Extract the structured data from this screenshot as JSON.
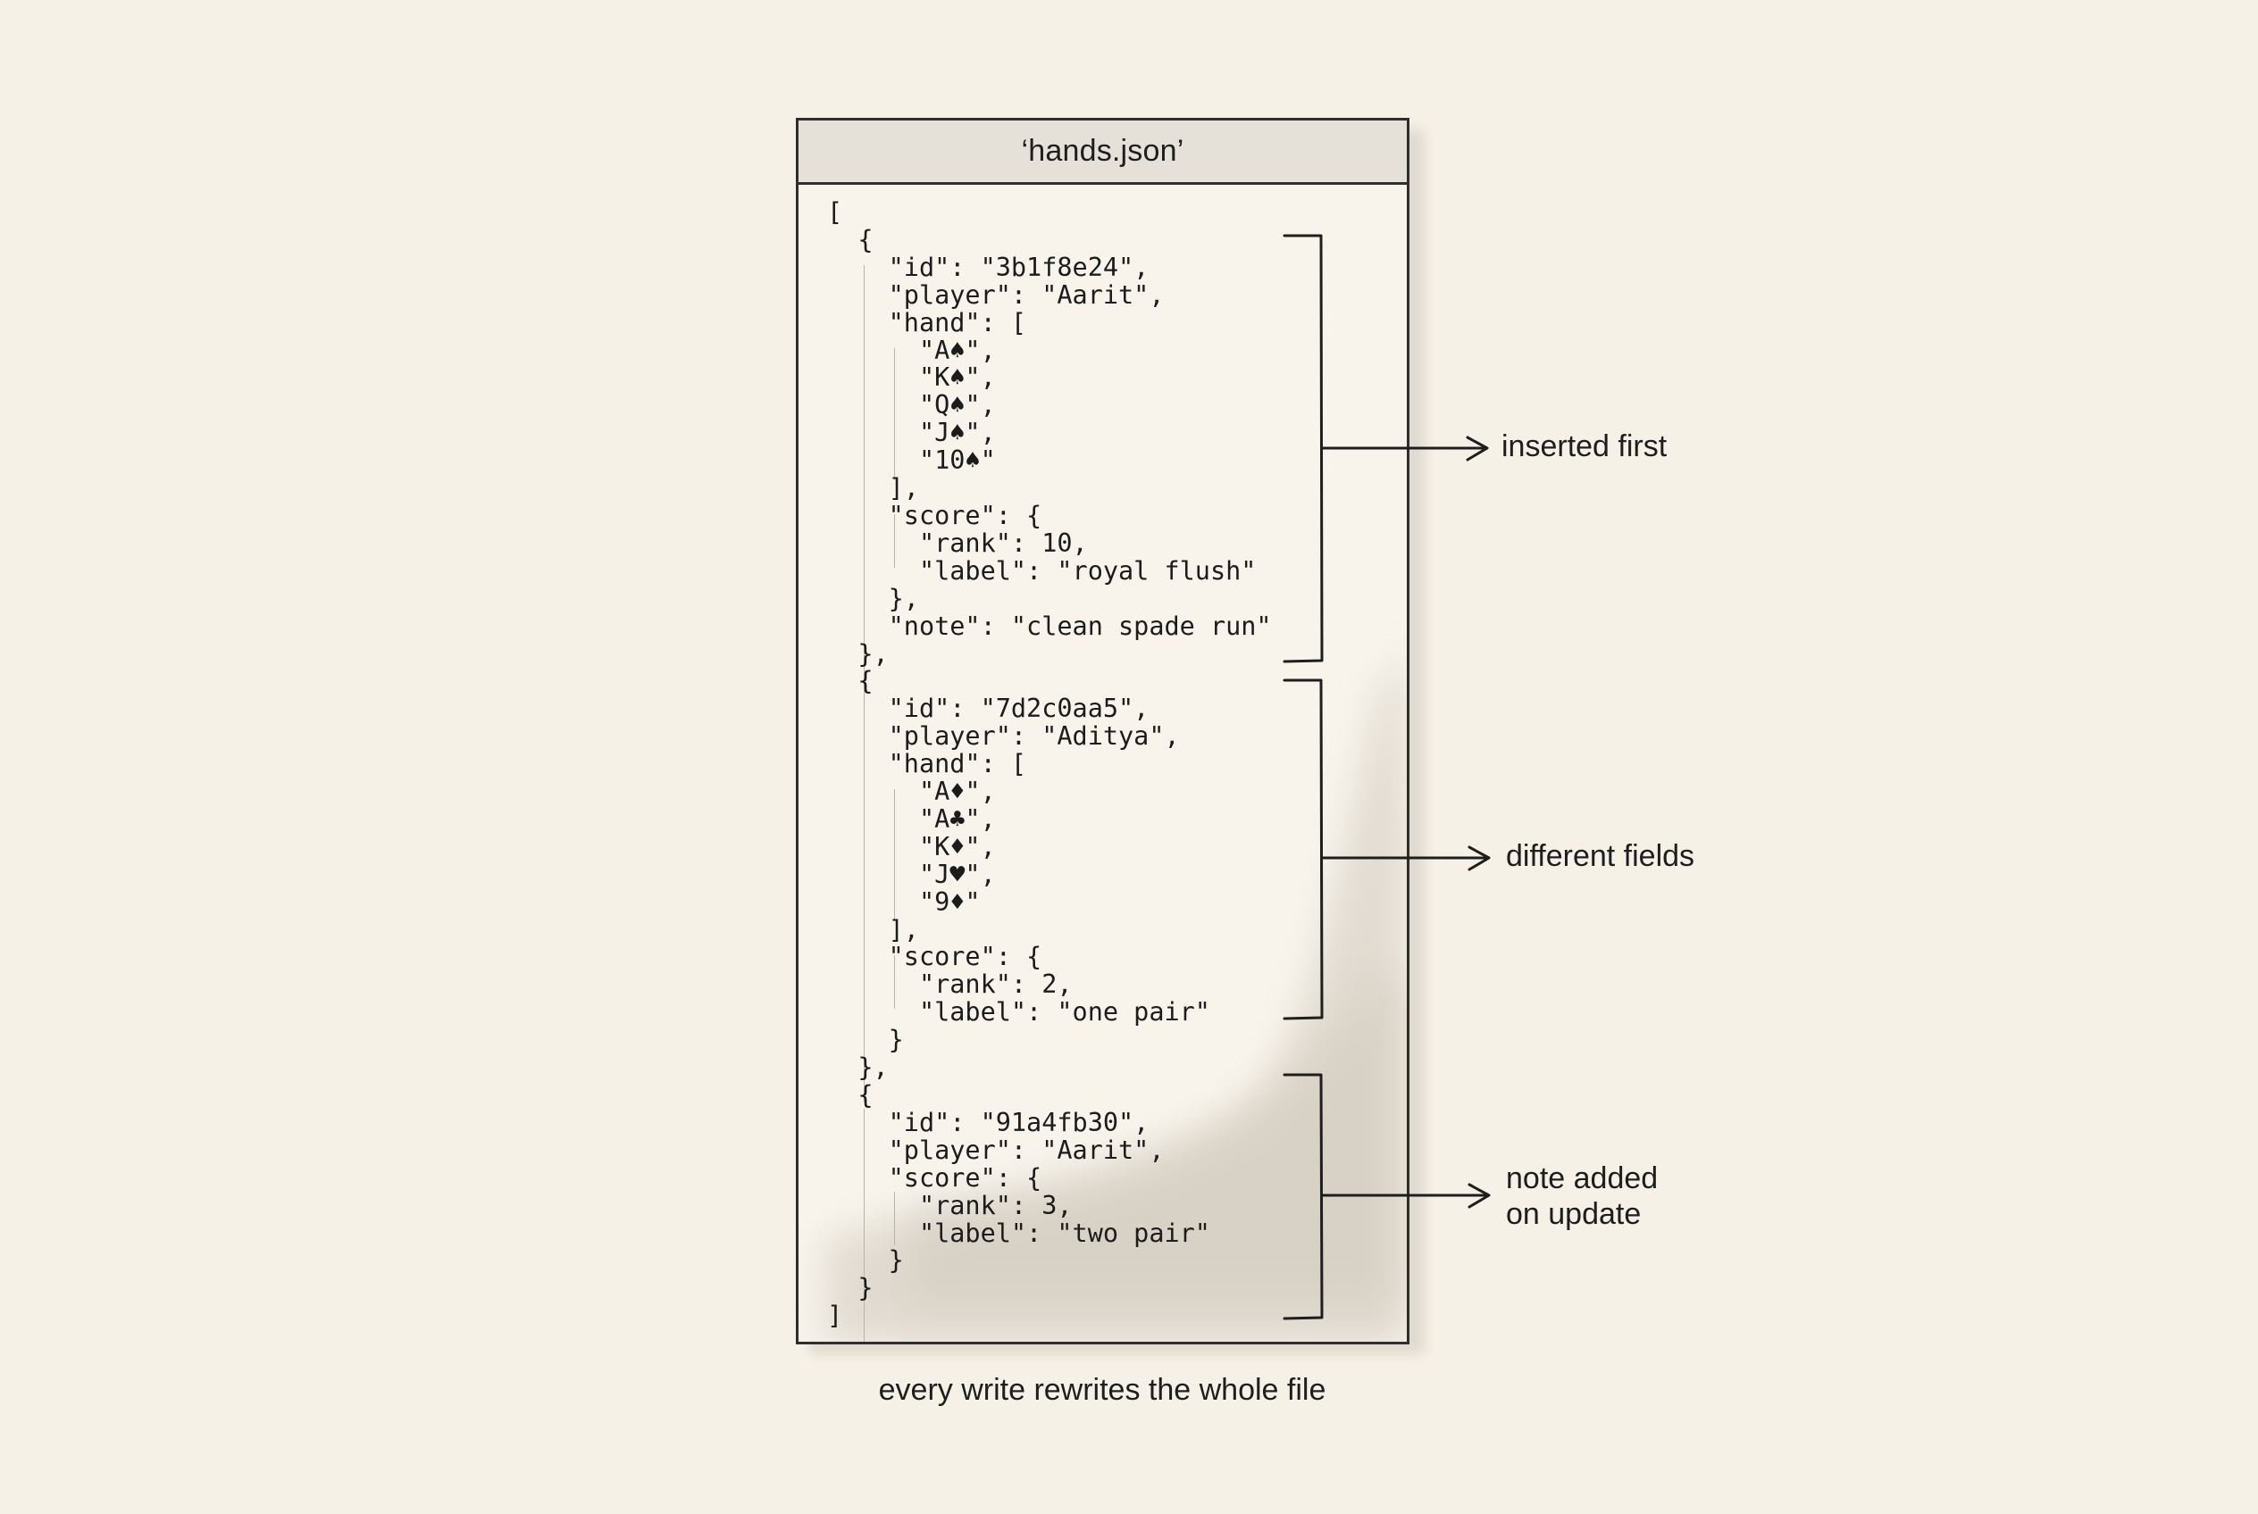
{
  "file": {
    "title": "‘hands.json’",
    "lines": [
      "[",
      "  {",
      "    \"id\": \"3b1f8e24\",",
      "    \"player\": \"Aarit\",",
      "    \"hand\": [",
      "      \"A♠\",",
      "      \"K♠\",",
      "      \"Q♠\",",
      "      \"J♠\",",
      "      \"10♠\"",
      "    ],",
      "    \"score\": {",
      "      \"rank\": 10,",
      "      \"label\": \"royal flush\"",
      "    },",
      "    \"note\": \"clean spade run\"",
      "  },",
      "  {",
      "    \"id\": \"7d2c0aa5\",",
      "    \"player\": \"Aditya\",",
      "    \"hand\": [",
      "      \"A♦\",",
      "      \"A♣\",",
      "      \"K♦\",",
      "      \"J♥\",",
      "      \"9♦\"",
      "    ],",
      "    \"score\": {",
      "      \"rank\": 2,",
      "      \"label\": \"one pair\"",
      "    }",
      "  },",
      "  {",
      "    \"id\": \"91a4fb30\",",
      "    \"player\": \"Aarit\",",
      "    \"score\": {",
      "      \"rank\": 3,",
      "      \"label\": \"two pair\"",
      "    }",
      "  }",
      "]"
    ]
  },
  "annotations": [
    {
      "text": "inserted first"
    },
    {
      "text": "different fields"
    },
    {
      "text": "note added\non update"
    }
  ],
  "caption": "every write rewrites the whole file"
}
